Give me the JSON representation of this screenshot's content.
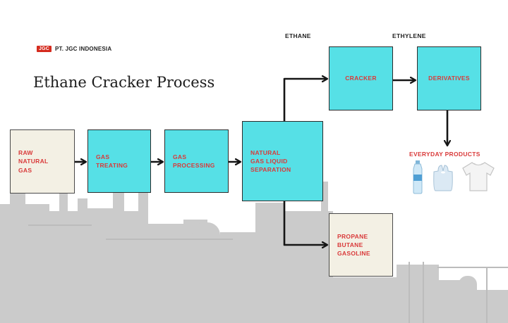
{
  "header": {
    "logo_mark": "JGC",
    "company": "PT. JGC INDONESIA",
    "title": "Ethane Cracker Process"
  },
  "labels": {
    "ethane": "ETHANE",
    "ethylene": "ETHYLENE",
    "everyday_products": "EVERYDAY PRODUCTS"
  },
  "nodes": {
    "raw": "RAW\nNATURAL\nGAS",
    "treating": "GAS\nTREATING",
    "processing": "GAS\nPROCESSING",
    "separation": "NATURAL\nGAS LIQUID\nSEPARATION",
    "cracker": "CRACKER",
    "derivatives": "DERIVATIVES",
    "byproducts": "PROPANE\nBUTANE\nGASOLINE"
  },
  "products": [
    "water-bottle-icon",
    "plastic-bag-icon",
    "t-shirt-icon"
  ],
  "colors": {
    "process_box": "#56e0e6",
    "input_box": "#f3f0e4",
    "node_text": "#d93a3a",
    "skyline": "#c9c9c9",
    "brand": "#d52b1e"
  }
}
